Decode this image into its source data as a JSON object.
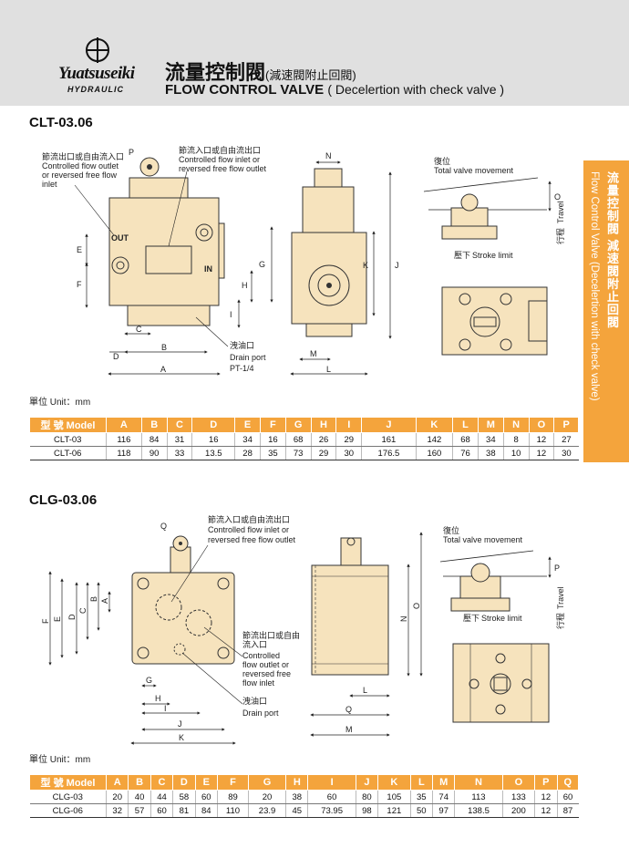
{
  "header": {
    "logo_main": "Yuatsuseiki",
    "logo_sub": "HYDRAULIC",
    "title_cn": "流量控制閥",
    "title_cn_sub": "(減速閥附止回閥)",
    "title_en": "FLOW CONTROL VALVE",
    "title_en_sub": "( Decelertion with check valve )"
  },
  "side_tab": {
    "cn": "流量控制閥 減速閥附止回閥",
    "en": "Flow Control Valve (Decelertion with check valve)"
  },
  "clt": {
    "title": "CLT-03.06",
    "labels": {
      "outlet_cn": "節流出口或自由流入口",
      "outlet_en1": "Controlled flow outlet",
      "outlet_en2": "or reversed free flow",
      "outlet_en3": "inlet",
      "inlet_cn": "節流入口或自由流出口",
      "inlet_en1": "Controlled flow inlet or",
      "inlet_en2": "reversed free flow outlet",
      "drain_cn": "洩油口",
      "drain_en1": "Drain port",
      "drain_en2": "PT-1/4",
      "movement_cn": "復位",
      "movement_en": "Total valve movement",
      "stroke_cn": "壓下",
      "stroke_en": "Stroke limit",
      "travel_cn": "行程",
      "travel_en": "Travel",
      "out_mark": "OUT",
      "in_mark": "IN"
    },
    "dims": [
      "P",
      "E",
      "F",
      "C",
      "D",
      "B",
      "A",
      "N",
      "K",
      "J",
      "G",
      "H",
      "I",
      "M",
      "L",
      "O"
    ],
    "unit": "單位 Unit：mm",
    "table": {
      "headers": [
        "型 號 Model",
        "A",
        "B",
        "C",
        "D",
        "E",
        "F",
        "G",
        "H",
        "I",
        "J",
        "K",
        "L",
        "M",
        "N",
        "O",
        "P"
      ],
      "rows": [
        [
          "CLT-03",
          "116",
          "84",
          "31",
          "16",
          "34",
          "16",
          "68",
          "26",
          "29",
          "161",
          "142",
          "68",
          "34",
          "8",
          "12",
          "27"
        ],
        [
          "CLT-06",
          "118",
          "90",
          "33",
          "13.5",
          "28",
          "35",
          "73",
          "29",
          "30",
          "176.5",
          "160",
          "76",
          "38",
          "10",
          "12",
          "30"
        ]
      ]
    }
  },
  "clg": {
    "title": "CLG-03.06",
    "labels": {
      "inlet_cn": "節流入口或自由流出口",
      "inlet_en1": "Controlled flow inlet or",
      "inlet_en2": "reversed free flow outlet",
      "outlet_cn1": "節流出口或自由",
      "outlet_cn2": "流入口",
      "outlet_en1": "Controlled",
      "outlet_en2": "flow outlet or",
      "outlet_en3": "reversed free",
      "outlet_en4": "flow inlet",
      "drain_cn": "洩油口",
      "drain_en": "Drain port",
      "movement_cn": "復位",
      "movement_en": "Total valve movement",
      "stroke_cn": "壓下",
      "stroke_en": "Stroke limit",
      "travel_cn": "行程",
      "travel_en": "Travel"
    },
    "dims": [
      "Q",
      "A",
      "B",
      "C",
      "D",
      "E",
      "F",
      "G",
      "H",
      "I",
      "J",
      "K",
      "N",
      "O",
      "L",
      "M",
      "P"
    ],
    "unit": "單位 Unit：mm",
    "table": {
      "headers": [
        "型 號 Model",
        "A",
        "B",
        "C",
        "D",
        "E",
        "F",
        "G",
        "H",
        "I",
        "J",
        "K",
        "L",
        "M",
        "N",
        "O",
        "P",
        "Q"
      ],
      "rows": [
        [
          "CLG-03",
          "20",
          "40",
          "44",
          "58",
          "60",
          "89",
          "20",
          "38",
          "60",
          "80",
          "105",
          "35",
          "74",
          "113",
          "133",
          "12",
          "60"
        ],
        [
          "CLG-06",
          "32",
          "57",
          "60",
          "81",
          "84",
          "110",
          "23.9",
          "45",
          "73.95",
          "98",
          "121",
          "50",
          "97",
          "138.5",
          "200",
          "12",
          "87"
        ]
      ]
    }
  },
  "colors": {
    "accent": "#f4a43c",
    "body": "#f6e3bd",
    "header_bg": "#e0e0e0"
  }
}
